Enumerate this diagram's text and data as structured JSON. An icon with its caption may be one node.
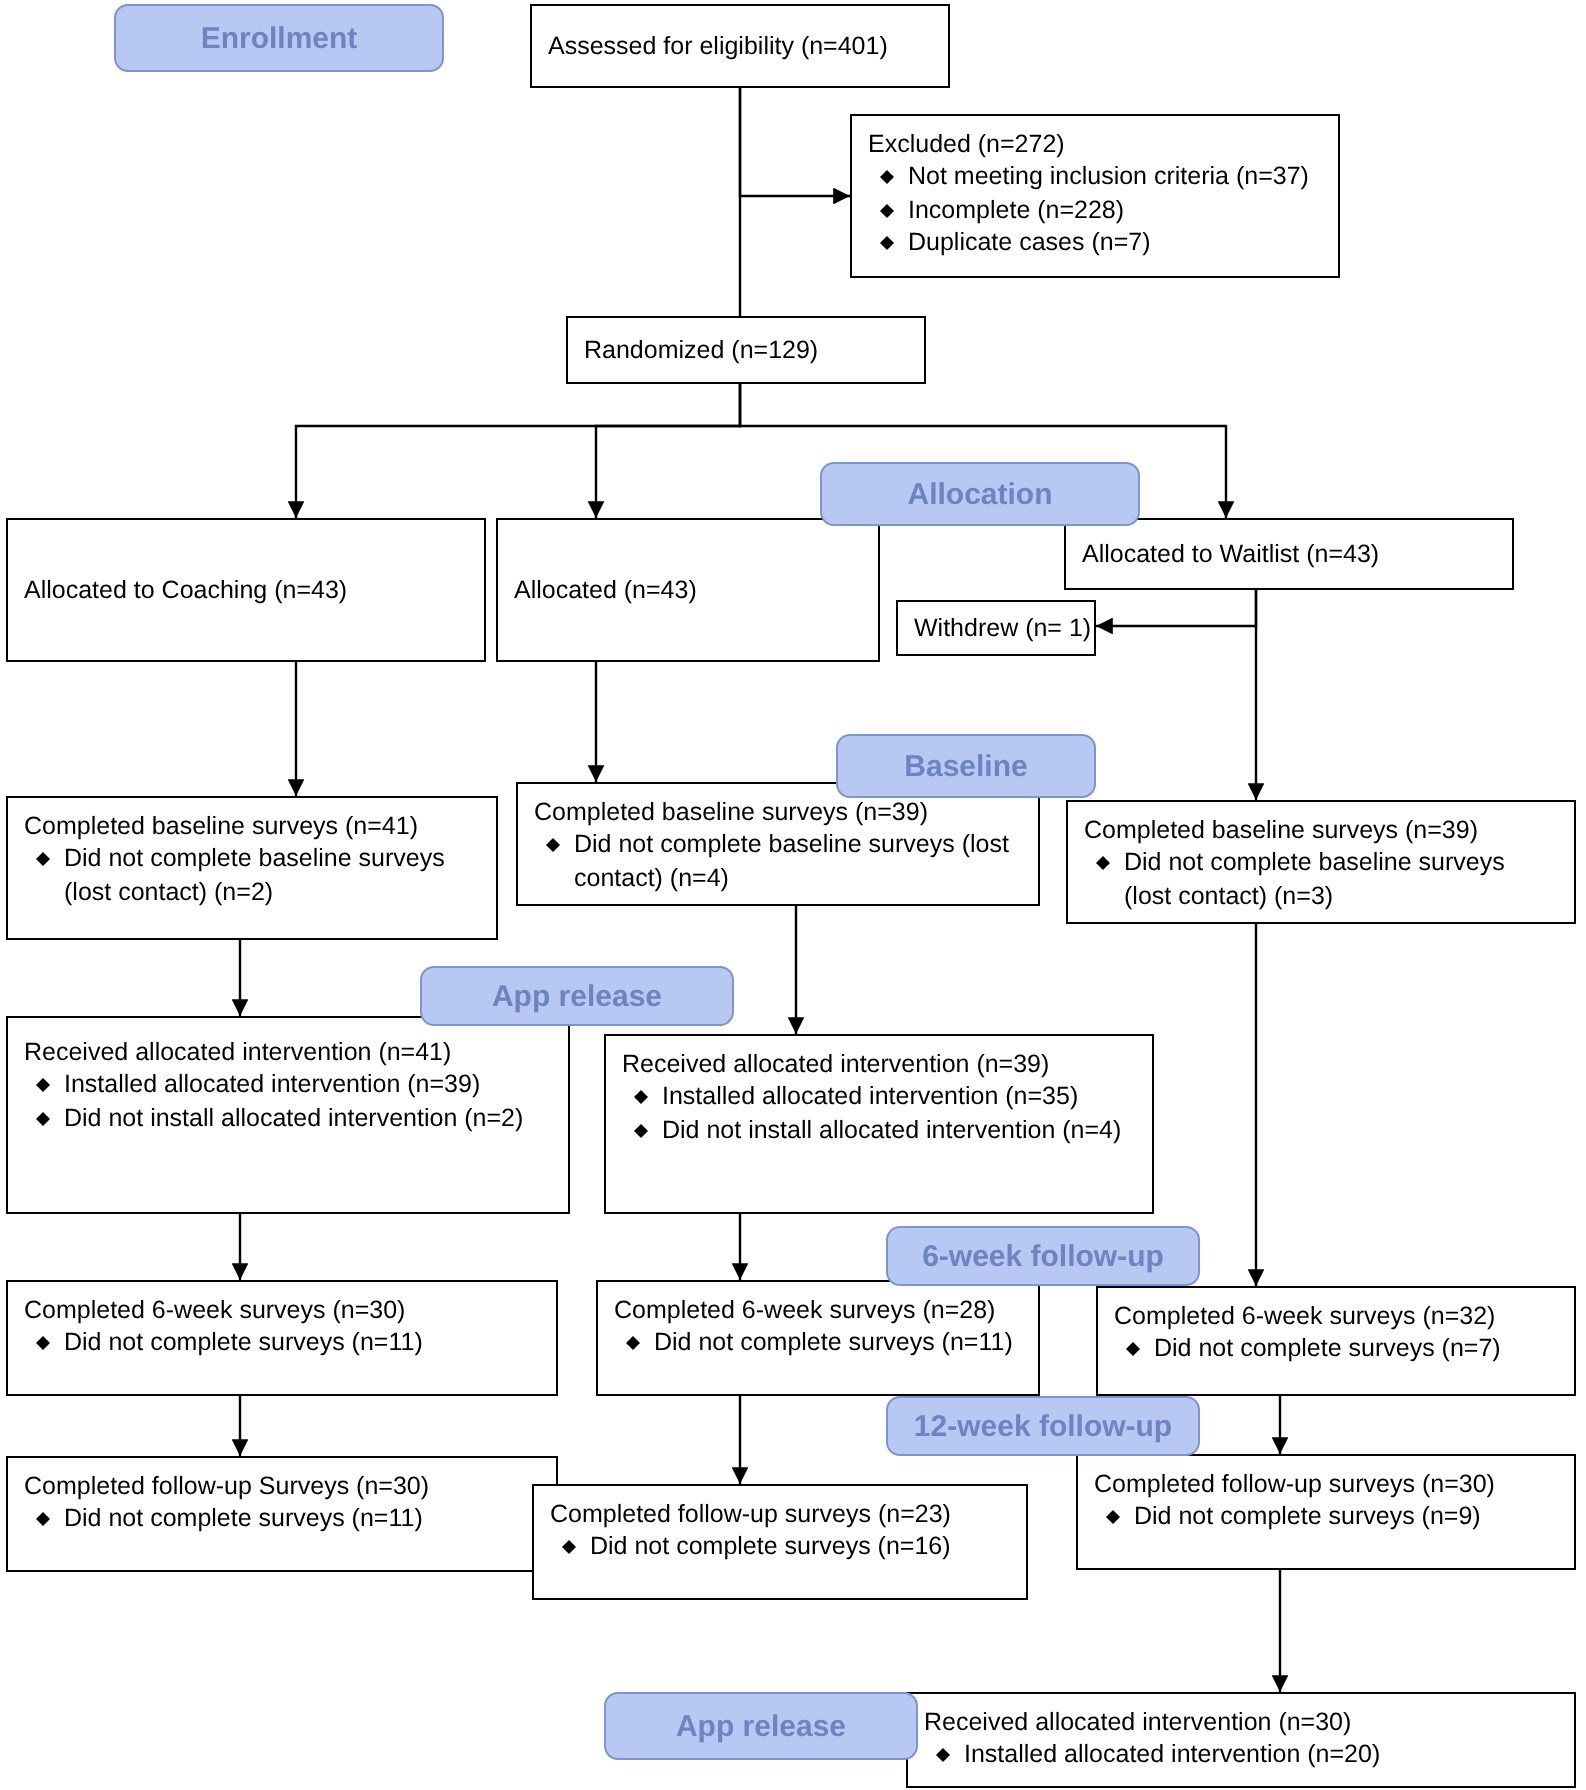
{
  "diagram": {
    "nodes": [
      {
        "text": [
          "Enrollment"
        ]
      },
      {
        "text": [
          "Assessed for eligibility (n=401)"
        ]
      },
      {
        "text": [
          "Excluded (n=272)",
          "Not meeting inclusion criteria (n=37)",
          "Incomplete (n=228)",
          "Duplicate cases (n=7)"
        ]
      },
      {
        "text": [
          "Randomized (n=129)"
        ]
      },
      {
        "text": [
          "Allocation"
        ]
      },
      {
        "text": [
          "Allocated to Coaching (n=43)"
        ]
      },
      {
        "text": [
          "Allocated (n=43)"
        ]
      },
      {
        "text": [
          "Allocated to Waitlist (n=43)"
        ]
      },
      {
        "text": [
          "Withdrew (n= 1)"
        ]
      },
      {
        "text": [
          "Baseline"
        ]
      },
      {
        "text": [
          "Completed baseline surveys (n=41)",
          "Did not complete baseline surveys (lost contact) (n=2)"
        ]
      },
      {
        "text": [
          "Completed baseline surveys (n=39)",
          "Did not complete baseline surveys (lost contact) (n=4)"
        ]
      },
      {
        "text": [
          "Completed baseline surveys (n=39)",
          "Did not complete baseline surveys (lost contact) (n=3)"
        ]
      },
      {
        "text": [
          "App release"
        ]
      },
      {
        "text": [
          "Received allocated intervention (n=41)",
          "Installed allocated intervention (n=39)",
          "Did not install allocated intervention (n=2)"
        ]
      },
      {
        "text": [
          "Received allocated intervention (n=39)",
          "Installed allocated intervention (n=35)",
          "Did not install allocated intervention (n=4)"
        ]
      },
      {
        "text": [
          "6-week follow-up"
        ]
      },
      {
        "text": [
          "Completed 6-week surveys (n=30)",
          "Did not complete surveys (n=11)"
        ]
      },
      {
        "text": [
          "Completed 6-week surveys (n=28)",
          "Did not complete surveys (n=11)"
        ]
      },
      {
        "text": [
          "Completed 6-week surveys (n=32)",
          "Did not complete surveys (n=7)"
        ]
      },
      {
        "text": [
          "12-week follow-up"
        ]
      },
      {
        "text": [
          "Completed follow-up Surveys (n=30)",
          "Did not complete surveys (n=11)"
        ]
      },
      {
        "text": [
          "Completed follow-up surveys (n=23)",
          "Did not complete surveys (n=16)"
        ]
      },
      {
        "text": [
          "Completed follow-up surveys (n=30)",
          "Did not complete surveys (n=9)"
        ]
      },
      {
        "text": [
          "App release"
        ]
      },
      {
        "text": [
          "Received allocated intervention (n=30)",
          "Installed allocated intervention (n=20)"
        ]
      }
    ],
    "edges": [
      {
        "from": 1,
        "to": 3,
        "arrow": "none"
      },
      {
        "from": 1,
        "to": 2,
        "arrow": "to"
      },
      {
        "from": 3,
        "to": 5,
        "arrow": "to"
      },
      {
        "from": 3,
        "to": 6,
        "arrow": "to"
      },
      {
        "from": 3,
        "to": 7,
        "arrow": "to"
      },
      {
        "from": 7,
        "to": 8,
        "arrow": "to"
      },
      {
        "from": 5,
        "to": 10,
        "arrow": "to"
      },
      {
        "from": 6,
        "to": 11,
        "arrow": "to"
      },
      {
        "from": 7,
        "to": 12,
        "arrow": "to"
      },
      {
        "from": 10,
        "to": 14,
        "arrow": "to"
      },
      {
        "from": 11,
        "to": 15,
        "arrow": "to"
      },
      {
        "from": 12,
        "to": 19,
        "arrow": "to"
      },
      {
        "from": 14,
        "to": 17,
        "arrow": "to"
      },
      {
        "from": 15,
        "to": 18,
        "arrow": "to"
      },
      {
        "from": 17,
        "to": 21,
        "arrow": "to"
      },
      {
        "from": 18,
        "to": 22,
        "arrow": "to"
      },
      {
        "from": 19,
        "to": 23,
        "arrow": "to"
      },
      {
        "from": 23,
        "to": 25,
        "arrow": "to"
      }
    ]
  }
}
